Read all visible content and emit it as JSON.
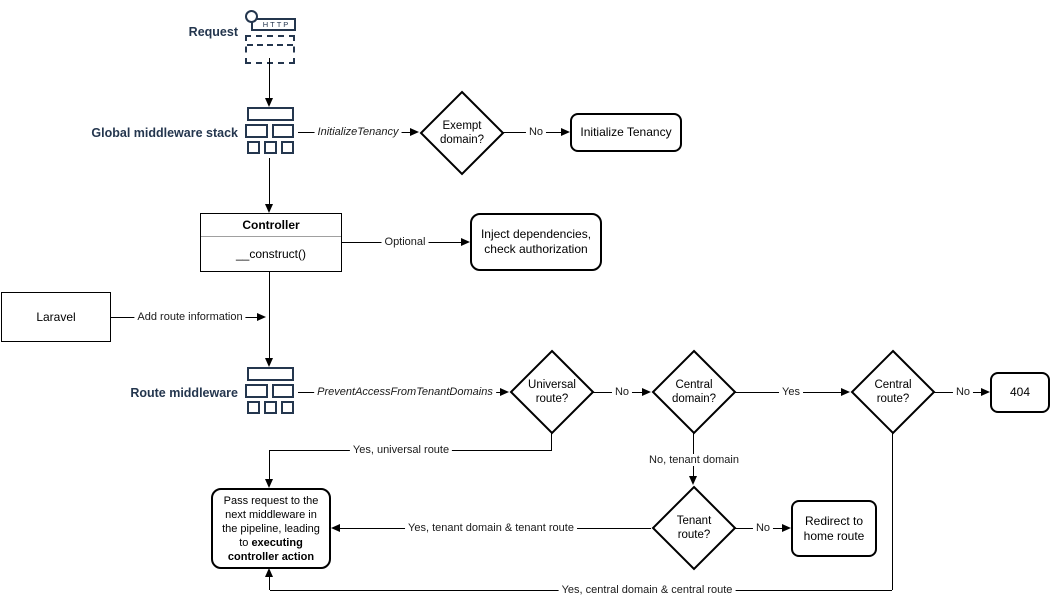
{
  "colors": {
    "icon_navy": "#24364e",
    "stroke": "#000000",
    "background": "#ffffff"
  },
  "icons": {
    "request": "http-request-icon",
    "global_middleware": "middleware-stack-icon",
    "route_middleware": "middleware-stack-icon"
  },
  "nodes": {
    "request_label": "Request",
    "http_text": "HTTP",
    "global_middleware_label": "Global middleware stack",
    "exempt_domain": "Exempt domain?",
    "initialize_tenancy": "Initialize Tenancy",
    "controller_title": "Controller",
    "controller_member": "__construct()",
    "inject_dependencies": "Inject dependencies, check authorization",
    "laravel": "Laravel",
    "route_middleware_label": "Route middleware",
    "universal_route": "Universal route?",
    "central_domain": "Central domain?",
    "central_route": "Central route?",
    "error_404": "404",
    "tenant_route": "Tenant route?",
    "redirect_home": "Redirect to home route",
    "pass_request_prefix": "Pass request to the next middleware in the pipeline, leading to ",
    "pass_request_bold": "executing controller action"
  },
  "edge_labels": {
    "initialize_tenancy_middleware": "InitializeTenancy",
    "exempt_no": "No",
    "optional": "Optional",
    "add_route_information": "Add route information",
    "prevent_access_middleware": "PreventAccessFromTenantDomains",
    "universal_no": "No",
    "central_domain_yes": "Yes",
    "central_route_no": "No",
    "universal_yes": "Yes, universal route",
    "central_domain_no": "No, tenant domain",
    "tenant_no": "No",
    "tenant_yes": "Yes, tenant domain & tenant route",
    "central_route_yes": "Yes, central domain & central route"
  }
}
